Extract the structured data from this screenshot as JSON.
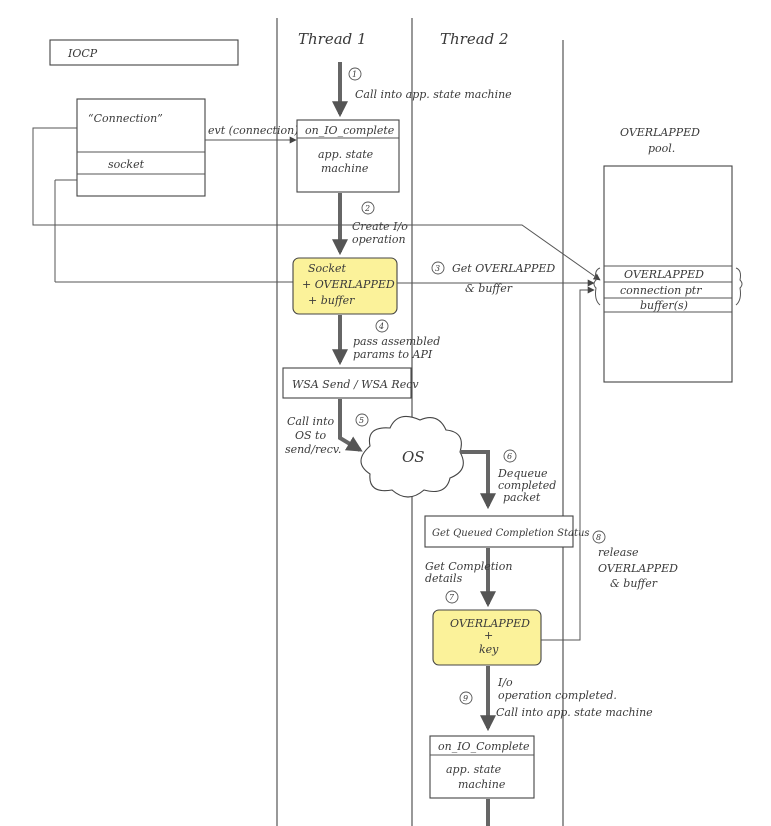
{
  "title_box": "IOCP",
  "lanes": {
    "thread1": "Thread 1",
    "thread2": "Thread 2"
  },
  "connection": {
    "title": "“Connection”",
    "field": "socket"
  },
  "evt_label": "evt (connection)",
  "t1_state": {
    "head": "on_IO_complete",
    "body1": "app. state",
    "body2": "machine"
  },
  "t2_state": {
    "head": "on_IO_Complete",
    "body1": "app. state",
    "body2": "machine"
  },
  "step1": {
    "num": "1",
    "text": "Call into app. state machine"
  },
  "step2": {
    "num": "2",
    "text1": "Create I/o",
    "text2": "operation"
  },
  "step3": {
    "num": "3",
    "text1": "Get OVERLAPPED",
    "text2": "& buffer"
  },
  "step4": {
    "num": "4",
    "text1": "pass assembled",
    "text2": "params to API"
  },
  "step5": {
    "num": "5",
    "text1": "Call into",
    "text2": "OS to",
    "text3": "send/recv."
  },
  "step6": {
    "num": "6",
    "text1": "Dequeue",
    "text2": "completed",
    "text3": "packet"
  },
  "step7": {
    "num": "7",
    "text1": "Get Completion",
    "text2": "details"
  },
  "step8": {
    "num": "8",
    "text1": "release",
    "text2": "OVERLAPPED",
    "text3": "& buffer"
  },
  "step9": {
    "num": "9",
    "text1": "I/o",
    "text2": "operation completed.",
    "text3": "Call into app. state machine"
  },
  "socket_buffer": {
    "l1": "Socket",
    "l2": "+ OVERLAPPED",
    "l3": "+ buffer"
  },
  "wsa": "WSA Send / WSA Recv",
  "os": "OS",
  "gqcs": "Get Queued Completion Status",
  "ovl_key": {
    "l1": "OVERLAPPED",
    "l2": "+",
    "l3": "key"
  },
  "pool": {
    "title1": "OVERLAPPED",
    "title2": "pool.",
    "row1": "OVERLAPPED",
    "row2": "connection ptr",
    "row3": "buffer(s)"
  },
  "colors": {
    "highlight": "#fbf29a",
    "ink": "#3a3a3a"
  }
}
